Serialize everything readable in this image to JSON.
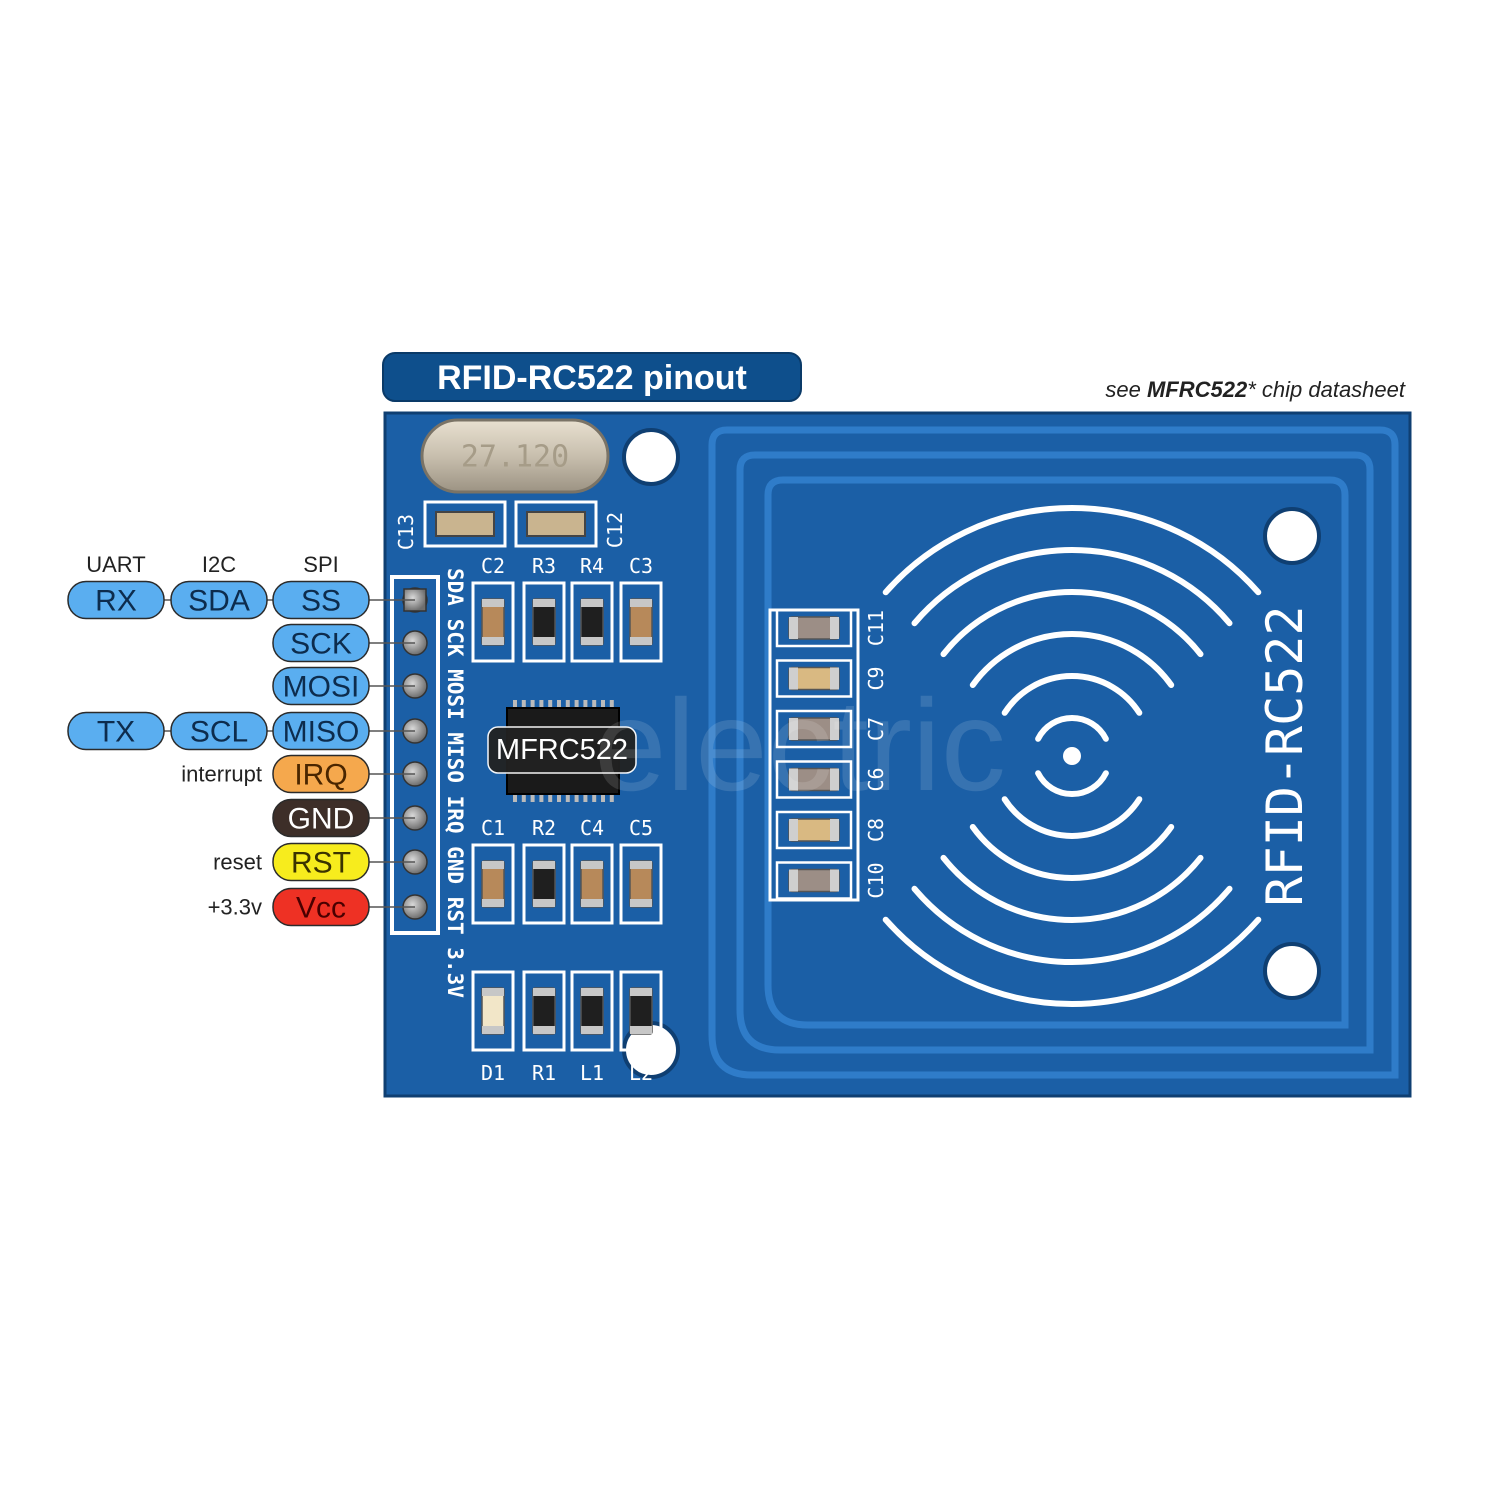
{
  "title": "RFID-RC522 pinout",
  "note": {
    "prefix": "see ",
    "chip": "MFRC522",
    "suffix": "* chip datasheet"
  },
  "column_headers": [
    "UART",
    "I2C",
    "SPI"
  ],
  "pins": [
    {
      "spi": "SS",
      "i2c": "SDA",
      "uart": "RX",
      "side_label": "",
      "fill": "#5aaef0",
      "text_color": "#0d2c4d"
    },
    {
      "spi": "SCK",
      "i2c": "",
      "uart": "",
      "side_label": "",
      "fill": "#5aaef0",
      "text_color": "#0d2c4d"
    },
    {
      "spi": "MOSI",
      "i2c": "",
      "uart": "",
      "side_label": "",
      "fill": "#5aaef0",
      "text_color": "#0d2c4d"
    },
    {
      "spi": "MISO",
      "i2c": "SCL",
      "uart": "TX",
      "side_label": "",
      "fill": "#5aaef0",
      "text_color": "#0d2c4d"
    },
    {
      "spi": "IRQ",
      "i2c": "",
      "uart": "",
      "side_label": "interrupt",
      "fill": "#f5a84d",
      "text_color": "#4a2600"
    },
    {
      "spi": "GND",
      "i2c": "",
      "uart": "",
      "side_label": "",
      "fill": "#3d2e28",
      "text_color": "#ffffff"
    },
    {
      "spi": "RST",
      "i2c": "",
      "uart": "",
      "side_label": "reset",
      "fill": "#f7ec1d",
      "text_color": "#3a3300"
    },
    {
      "spi": "Vcc",
      "i2c": "",
      "uart": "",
      "side_label": "+3.3v",
      "fill": "#ee3124",
      "text_color": "#4a0000"
    }
  ],
  "board": {
    "header_labels": [
      "SDA",
      "SCK",
      "MOSI",
      "MISO",
      "IRQ",
      "GND",
      "RST",
      "3.3V"
    ],
    "chip_label": "MFRC522",
    "crystal_label": "27.120",
    "board_name": "RFID-RC522",
    "top_caps": [
      "C13",
      "C12"
    ],
    "upper_parts": [
      "C2",
      "R3",
      "R4",
      "C3"
    ],
    "lower_parts": [
      "C1",
      "R2",
      "C4",
      "C5"
    ],
    "bottom_parts": [
      "D1",
      "R1",
      "L1",
      "L2"
    ],
    "cap_column": [
      "C11",
      "C9",
      "C7",
      "C6",
      "C8",
      "C10"
    ],
    "colors": {
      "pcb": "#1b5fa6",
      "trace": "#2a76c2",
      "silk": "#ffffff",
      "title_bg": "#0e4f8c"
    }
  },
  "watermark": "electric"
}
